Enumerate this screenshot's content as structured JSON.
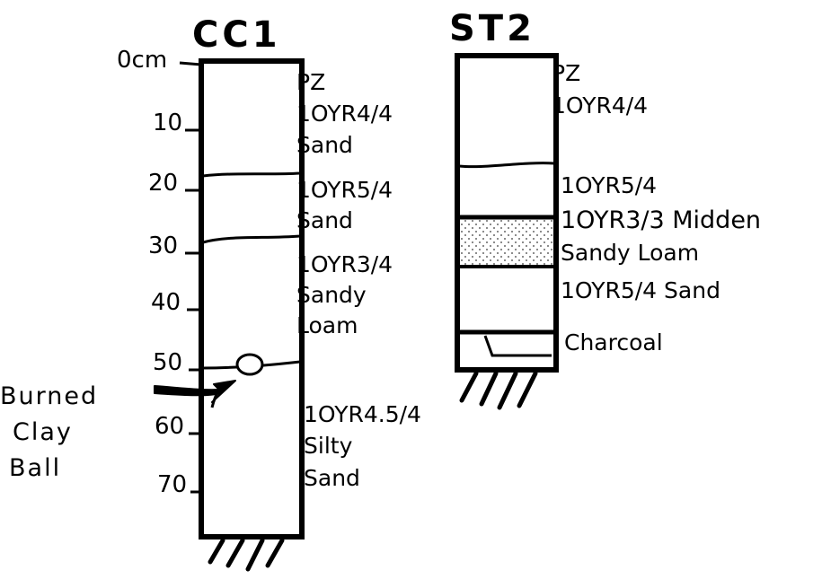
{
  "columns": [
    {
      "title": "CC1",
      "depth_labels": [
        "0cm",
        "10",
        "20",
        "30",
        "40",
        "50",
        "60",
        "70"
      ],
      "horizons": [
        "PZ",
        "1OYR4/4",
        "Sand",
        "1OYR5/4",
        "Sand",
        "1OYR3/4",
        "Sandy",
        "Loam",
        "1OYR4.5/4",
        "Silty",
        "Sand"
      ],
      "annotation": [
        "Burned",
        "Clay",
        "Ball"
      ]
    },
    {
      "title": "ST2",
      "horizons": [
        "PZ",
        "1OYR4/4",
        "1OYR5/4",
        "1OYR3/3 Midden",
        "Sandy Loam",
        "1OYR5/4 Sand",
        "Charcoal"
      ]
    }
  ],
  "colors": {
    "ink": "#000000",
    "background": "#ffffff"
  }
}
